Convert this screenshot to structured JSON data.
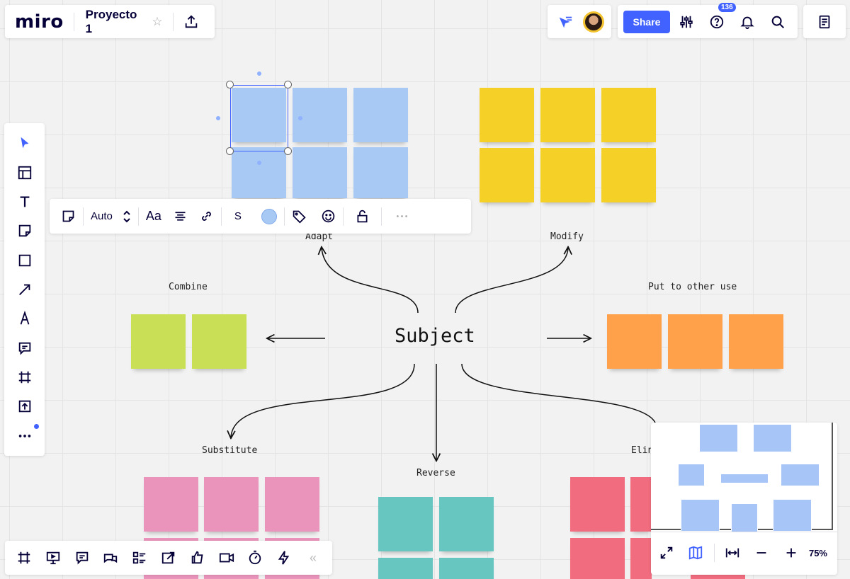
{
  "app": {
    "logo": "miro",
    "board_title": "Proyecto 1"
  },
  "header": {
    "share_label": "Share",
    "notification_count": "136"
  },
  "context_toolbar": {
    "font_size": "Auto",
    "text_format": "Aa",
    "stroke_label": "S",
    "sticky_color": "#a9c9f5"
  },
  "canvas": {
    "subject": "Subject",
    "labels": {
      "adapt": "Adapt",
      "modify": "Modify",
      "combine": "Combine",
      "put_to_other_use": "Put to other use",
      "substitute": "Substitute",
      "reverse": "Reverse",
      "eliminate": "Elin"
    },
    "colors": {
      "blue": "#a9c9f5",
      "yellow": "#f5d128",
      "green": "#c9df56",
      "orange": "#ffa04a",
      "pink": "#ea94bb",
      "teal": "#67c6c0",
      "red": "#f16c7f"
    }
  },
  "minimap": {
    "zoom": "75%"
  }
}
